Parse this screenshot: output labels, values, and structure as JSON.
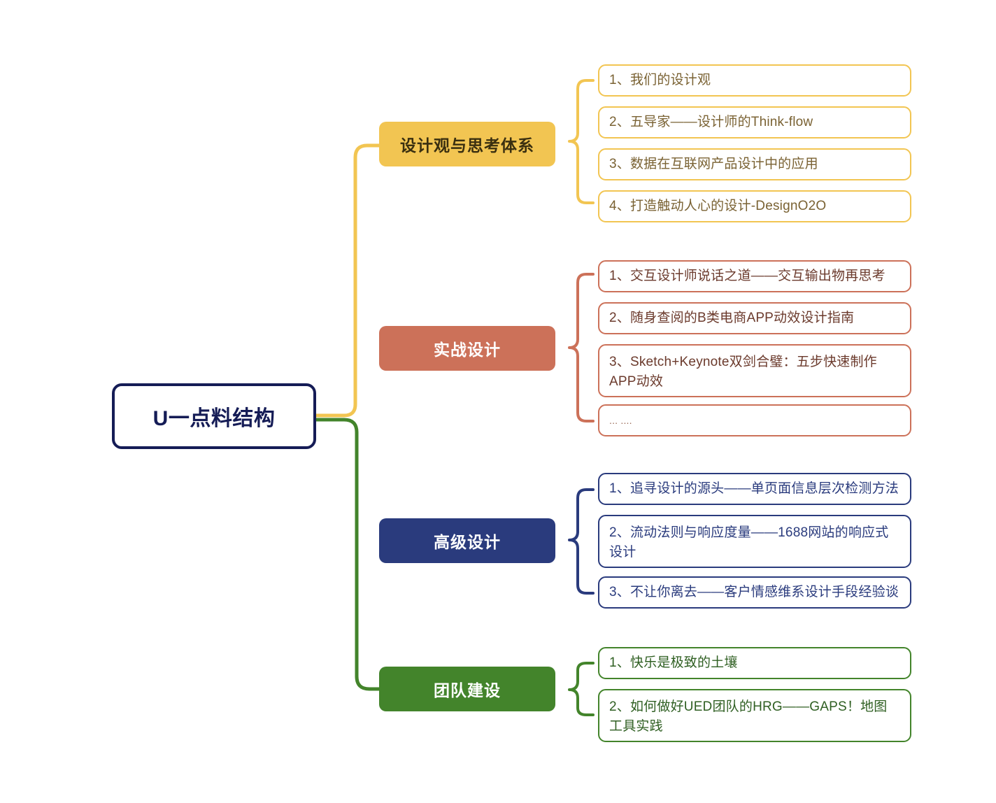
{
  "diagram": {
    "type": "mind-map",
    "title": "U一点料结构",
    "background": "#ffffff",
    "root": {
      "label": "U一点料结构",
      "border_color": "#151C56",
      "text_color": "#151C56",
      "fill": "#ffffff"
    },
    "palette": {
      "yellow": "#F2C552",
      "terracotta": "#CC7159",
      "navy": "#2A3B7D",
      "green": "#43842B",
      "root_navy": "#151C56",
      "leaf_text_yellow": "#7A6233",
      "leaf_text_terracotta": "#6B3A2C",
      "leaf_text_navy": "#2A3B7D",
      "leaf_text_green": "#2F5F22"
    },
    "branches": [
      {
        "label": "设计观与思考体系",
        "color": "#F2C552",
        "text_color": "#3A2F10",
        "leaf_border": "#F2C552",
        "leaf_text": "#7A6233",
        "children": [
          {
            "text": "1、我们的设计观"
          },
          {
            "text": "2、五导家——设计师的Think-flow"
          },
          {
            "text": "3、数据在互联网产品设计中的应用"
          },
          {
            "text": "4、打造触动人心的设计-DesignO2O"
          }
        ]
      },
      {
        "label": "实战设计",
        "color": "#CC7159",
        "text_color": "#ffffff",
        "leaf_border": "#CC7159",
        "leaf_text": "#6B3A2C",
        "children": [
          {
            "text": "1、交互设计师说话之道——交互输出物再思考"
          },
          {
            "text": "2、随身查阅的B类电商APP动效设计指南"
          },
          {
            "text": "3、Sketch+Keynote双剑合璧：五步快速制作APP动效"
          },
          {
            "text": "... ....",
            "small": true
          }
        ]
      },
      {
        "label": "高级设计",
        "color": "#2A3B7D",
        "text_color": "#ffffff",
        "leaf_border": "#2A3B7D",
        "leaf_text": "#2A3B7D",
        "children": [
          {
            "text": "1、追寻设计的源头——单页面信息层次检测方法"
          },
          {
            "text": "2、流动法则与响应度量——1688网站的响应式设计"
          },
          {
            "text": "3、不让你离去——客户情感维系设计手段经验谈"
          }
        ]
      },
      {
        "label": "团队建设",
        "color": "#43842B",
        "text_color": "#ffffff",
        "leaf_border": "#43842B",
        "leaf_text": "#2F5F22",
        "children": [
          {
            "text": "1、快乐是极致的土壤"
          },
          {
            "text": "2、如何做好UED团队的HRG——GAPS！地图工具实践"
          }
        ]
      }
    ]
  }
}
